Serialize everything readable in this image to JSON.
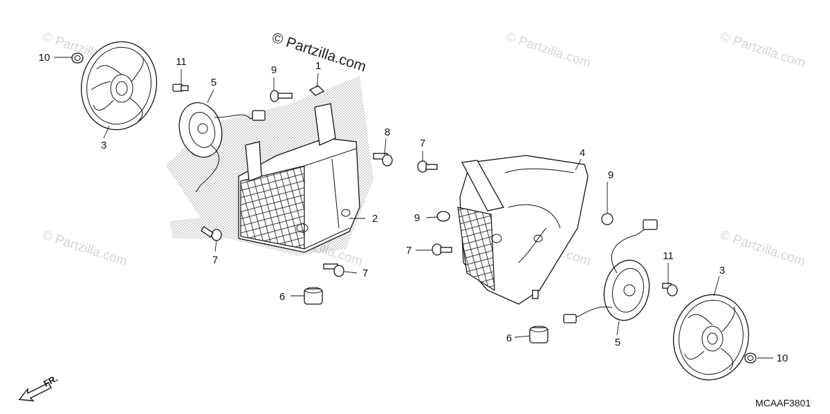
{
  "watermarks": {
    "main": "© Partzilla.com",
    "faded": "© Partzilla.com"
  },
  "diagram_code": "MCAAF3801",
  "direction_label": "FR.",
  "callouts": {
    "left_fan": "3",
    "left_fan_nut": "10",
    "left_bolt_11": "11",
    "left_motor": "5",
    "left_bolt_9": "9",
    "left_clip_1": "1",
    "left_bolt_8": "8",
    "left_shroud": "2",
    "left_bolt_7a": "7",
    "left_bolt_7b": "7",
    "left_rubber": "6",
    "right_bolt_7a": "7",
    "right_bolt_9a": "9",
    "right_bolt_7b": "7",
    "right_shroud": "4",
    "right_bolt_9b": "9",
    "right_bolt_11": "11",
    "right_fan": "3",
    "right_fan_nut": "10",
    "right_motor": "5",
    "right_rubber": "6"
  }
}
